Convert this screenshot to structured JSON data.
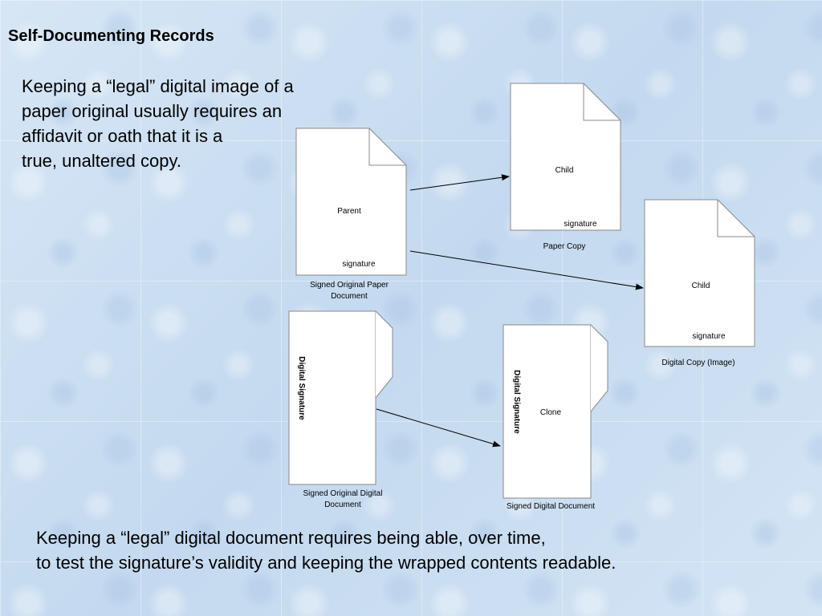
{
  "title": "Self-Documenting Records",
  "intro": {
    "lines": [
      "Keeping a “legal” digital image of a",
      "paper original usually requires an",
      "affidavit or oath that it is a",
      "true, unaltered copy."
    ]
  },
  "diagram": {
    "parent": {
      "label": "Parent",
      "signature": "signature",
      "caption": [
        "Signed Original Paper",
        "Document"
      ]
    },
    "paper_child": {
      "label": "Child",
      "signature": "signature",
      "caption": [
        "Paper Copy"
      ]
    },
    "digital_child": {
      "label": "Child",
      "signature": "signature",
      "caption": [
        "Digital Copy (Image)"
      ]
    },
    "original_digital": {
      "vertical_label": "Digital Signature",
      "caption": [
        "Signed Original Digital",
        "Document"
      ]
    },
    "clone": {
      "label": "Clone",
      "vertical_label": "Digital Signature",
      "caption": [
        "Signed Digital Document"
      ]
    }
  },
  "footer": {
    "lines": [
      "Keeping a “legal” digital document requires being able, over time,",
      "to test the signature’s validity and keeping the wrapped contents readable."
    ]
  }
}
